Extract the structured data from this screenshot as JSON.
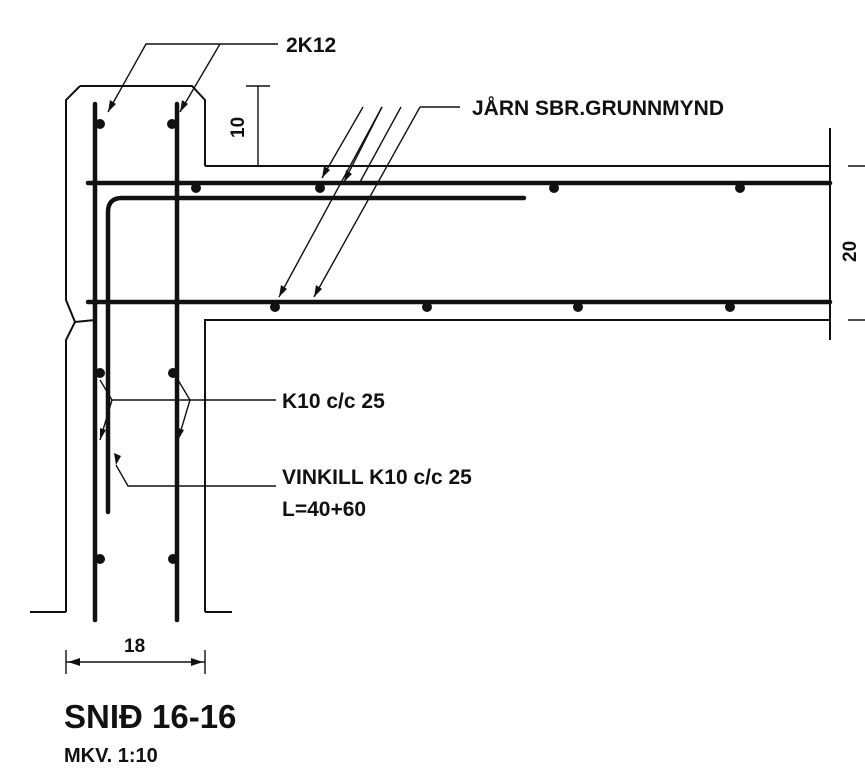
{
  "labels": {
    "top_bars": "2K12",
    "slab_bars": "JÅRN SBR.GRUNNMYND",
    "stirrups": "K10 c/c 25",
    "angle_bar": "VINKILL K10 c/c 25",
    "angle_length": "L=40+60"
  },
  "dimensions": {
    "upstand": "10",
    "slab_thickness": "20",
    "wall_width": "18"
  },
  "title": {
    "section": "SNIÐ 16-16",
    "scale": "MKV. 1:10"
  }
}
